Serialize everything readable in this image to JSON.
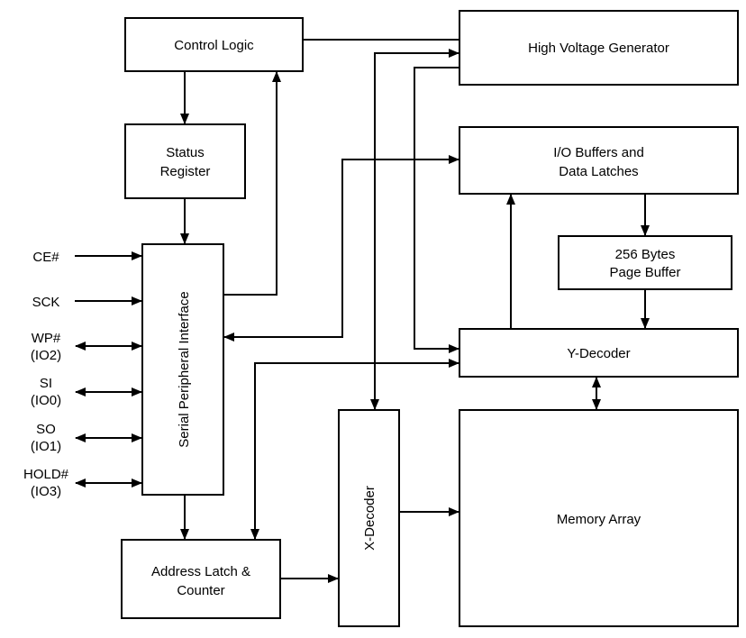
{
  "blocks": {
    "control_logic": "Control Logic",
    "high_voltage_generator": "High Voltage Generator",
    "status_register": [
      "Status",
      "Register"
    ],
    "io_buffers": [
      "I/O Buffers and",
      "Data Latches"
    ],
    "page_buffer": [
      "256 Bytes",
      "Page Buffer"
    ],
    "spi": "Serial Peripheral Interface",
    "y_decoder": "Y-Decoder",
    "x_decoder": "X-Decoder",
    "memory_array": "Memory Array",
    "address_latch": [
      "Address Latch &",
      "Counter"
    ]
  },
  "pins": {
    "ce": "CE#",
    "sck": "SCK",
    "wp": [
      "WP#",
      "(IO2)"
    ],
    "si": [
      "SI",
      "(IO0)"
    ],
    "so": [
      "SO",
      "(IO1)"
    ],
    "hold": [
      "HOLD#",
      "(IO3)"
    ]
  },
  "colors": {
    "stroke": "#000000",
    "fill": "#ffffff"
  }
}
